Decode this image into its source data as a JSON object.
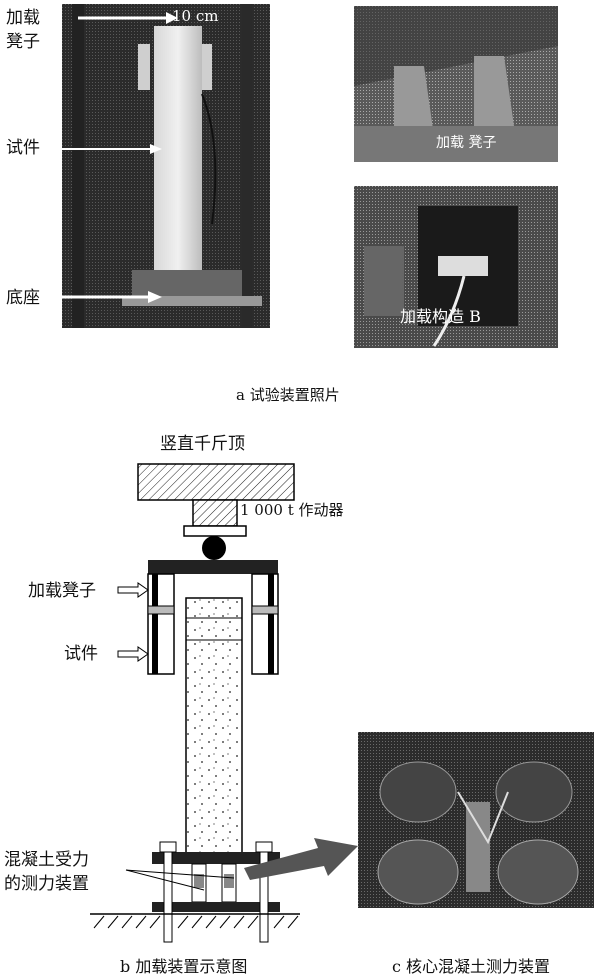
{
  "photo_main": {
    "top_label_line1": "加载",
    "top_label_line2": "凳子",
    "scale_label": "10 cm",
    "specimen_label": "试件",
    "base_label": "底座"
  },
  "photo_right_top": {
    "overlay_text": "加载   凳子"
  },
  "photo_right_bottom": {
    "overlay_text": "加载构造 B"
  },
  "caption_a": "a 试验装置照片",
  "schematic": {
    "jack_label": "竖直千斤顶",
    "actuator_label": "1 000 t  作动器",
    "stool_label": "加载凳子",
    "specimen_label": "试件",
    "sensor_label_line1": "混凝土受力",
    "sensor_label_line2": "的测力装置"
  },
  "caption_b": "b  加载装置示意图",
  "caption_c": "c  核心混凝土测力装置"
}
